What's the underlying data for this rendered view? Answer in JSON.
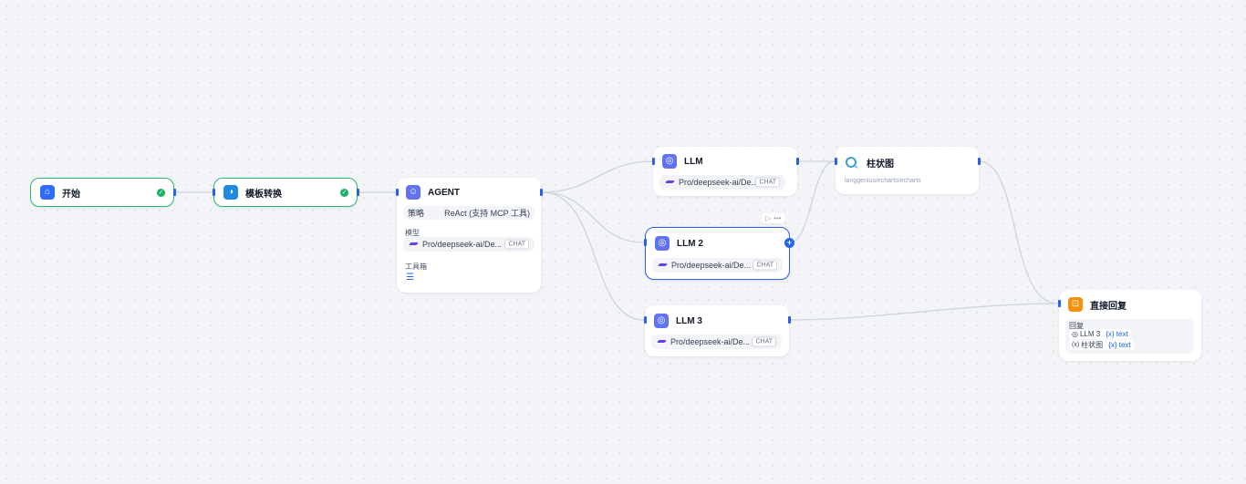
{
  "nodes": {
    "start": {
      "title": "开始"
    },
    "template": {
      "title": "模板转换"
    },
    "agent": {
      "title": "AGENT",
      "strategy_label": "策略",
      "strategy_value": "ReAct (支持 MCP 工具)",
      "model_label": "模型",
      "model": "Pro/deepseek-ai/De...",
      "model_tag": "CHAT",
      "tools_label": "工具箱"
    },
    "llm": {
      "title": "LLM",
      "model": "Pro/deepseek-ai/De...",
      "model_tag": "CHAT"
    },
    "llm2": {
      "title": "LLM 2",
      "model": "Pro/deepseek-ai/De...",
      "model_tag": "CHAT"
    },
    "llm3": {
      "title": "LLM 3",
      "model": "Pro/deepseek-ai/De...",
      "model_tag": "CHAT"
    },
    "chart": {
      "title": "柱状图",
      "subtitle": "langgenius/echarts/echarts"
    },
    "answer": {
      "title": "直接回复",
      "reply_label": "回复",
      "vars": [
        {
          "source": "LLM 3",
          "var": "{x} text"
        },
        {
          "source": "柱状图",
          "var": "{x} text"
        }
      ]
    }
  },
  "icons": {
    "start": "home-icon",
    "template": "template-transform-icon",
    "agent": "agent-icon",
    "llm": "llm-icon",
    "chart": "chart-plugin-icon",
    "answer": "answer-icon",
    "check": "check-icon"
  },
  "colors": {
    "success": "#17b26a",
    "selected": "#2563eb",
    "edge": "#d0d5dd",
    "llm_icon": "#6172f3",
    "answer_icon": "#f79009"
  }
}
